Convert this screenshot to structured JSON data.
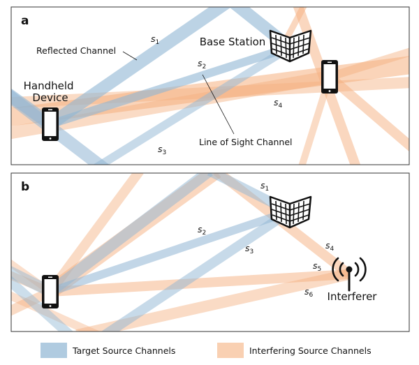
{
  "colors": {
    "target": "#8fb5d3",
    "interfering": "#f5b07f",
    "frame": "#333333"
  },
  "panel_a": {
    "label": "a",
    "base_station": "Base Station",
    "handheld_device": "Handheld\nDevice",
    "reflected_channel": "Reflected Channel",
    "line_of_sight": "Line of Sight Channel",
    "signals": [
      {
        "base": "s",
        "sub": "1"
      },
      {
        "base": "s",
        "sub": "2"
      },
      {
        "base": "s",
        "sub": "3"
      },
      {
        "base": "s",
        "sub": "4"
      }
    ]
  },
  "panel_b": {
    "label": "b",
    "interferer": "Interferer",
    "signals": [
      {
        "base": "s",
        "sub": "1"
      },
      {
        "base": "s",
        "sub": "2"
      },
      {
        "base": "s",
        "sub": "3"
      },
      {
        "base": "s",
        "sub": "4"
      },
      {
        "base": "s",
        "sub": "5"
      },
      {
        "base": "s",
        "sub": "6"
      }
    ]
  },
  "legend": {
    "target": "Target Source Channels",
    "interfering": "Interfering Source Channels"
  },
  "icons": {
    "base_station": "base-station-antenna-icon",
    "phone": "smartphone-icon",
    "interferer": "radio-antenna-icon"
  }
}
